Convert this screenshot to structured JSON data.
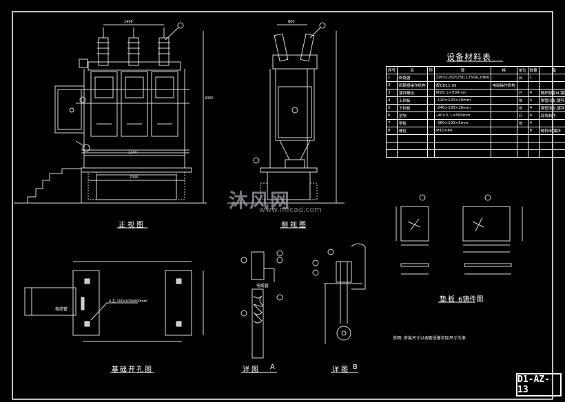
{
  "table": {
    "title": "设备材料表",
    "headers": [
      "序号",
      "名",
      "称",
      "规",
      "格",
      "单位",
      "数量",
      "备",
      "注"
    ],
    "rows": [
      [
        "1",
        "断路器",
        "",
        "ZW32-25/1250,1250A,20KA",
        "",
        "台",
        "1",
        "",
        ""
      ],
      [
        "2",
        "断路器操作机构",
        "",
        "配CD11-XII",
        "电磁操作机构",
        "",
        "",
        "",
        ""
      ],
      [
        "3",
        "镀锌螺栓",
        "",
        "M20, L=500mm",
        "",
        "只",
        "4",
        "随杆配套M,镀锌",
        ""
      ],
      [
        "4",
        "上挡板",
        "",
        "-120×120×10mm",
        "",
        "块",
        "4",
        "钢管用支,镀锌",
        ""
      ],
      [
        "5",
        "下挡板",
        "",
        "-240×190×10mm",
        "",
        "块",
        "4",
        "钢管用支,镀锌",
        ""
      ],
      [
        "6",
        "垫块",
        "",
        "-40×3, L=500mm",
        "",
        "只",
        "4",
        "现场制作",
        ""
      ],
      [
        "7",
        "垫板",
        "",
        "-360×190×5mm",
        "",
        "块",
        "4",
        "",
        ""
      ],
      [
        "8",
        "螺栓",
        "",
        "M10×40",
        "",
        "",
        "8",
        "随机带,镀锌",
        ""
      ],
      [
        "",
        "",
        "",
        "",
        "",
        "",
        "",
        "",
        ""
      ],
      [
        "",
        "",
        "",
        "",
        "",
        "",
        "",
        "",
        ""
      ],
      [
        "",
        "",
        "",
        "",
        "",
        "",
        "",
        "",
        ""
      ]
    ]
  },
  "views": {
    "front": "正视图",
    "side": "侧视图",
    "foundation": "基础开孔图",
    "detail_a": "详图",
    "detail_a_letter": "A",
    "detail_b": "详图",
    "detail_b_letter": "B",
    "plate": "垫板",
    "plate_suffix": "6铸件图"
  },
  "annotations": {
    "note": "说明: 安装尺寸以调查设备实际尺寸为准.",
    "cable_pipe": "电缆管",
    "cable_pipe_2": "电缆管",
    "holes": "4 孔 100x100x500mm",
    "dim_front_top": "1400",
    "dim_front_width": "2100",
    "dim_front_base": "7000",
    "dim_side_top": "800",
    "dim_height": "4000"
  },
  "watermark": {
    "brand": "沐风网",
    "url": "www.mfcad.com"
  },
  "drawing_number": "D1-AZ-13"
}
